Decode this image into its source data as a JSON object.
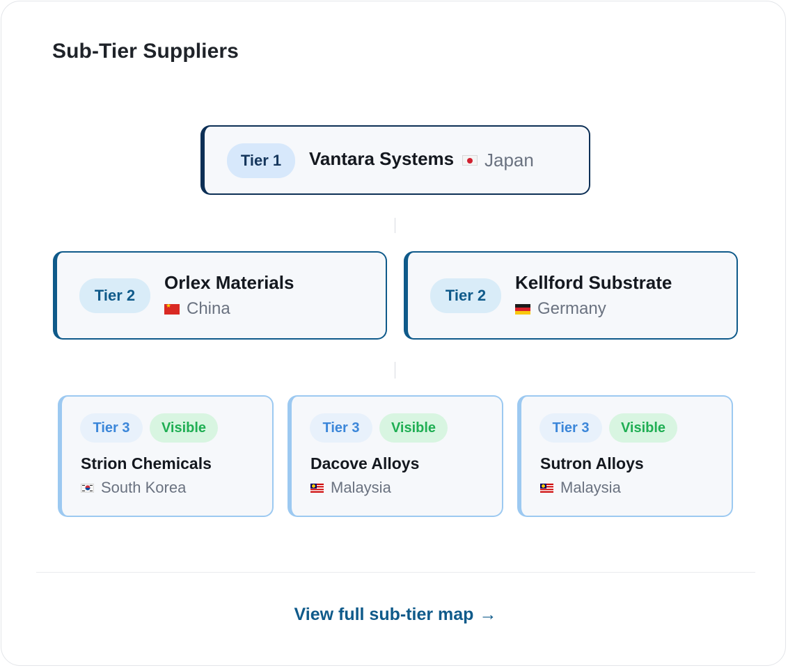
{
  "title": "Sub-Tier Suppliers",
  "tier1": {
    "tier_label": "Tier 1",
    "name": "Vantara Systems",
    "flag_icon": "japan-flag-icon",
    "country": "Japan"
  },
  "tier2": [
    {
      "tier_label": "Tier 2",
      "name": "Orlex Materials",
      "flag_icon": "china-flag-icon",
      "country": "China"
    },
    {
      "tier_label": "Tier 2",
      "name": "Kellford Substrate",
      "flag_icon": "germany-flag-icon",
      "country": "Germany"
    }
  ],
  "tier3": [
    {
      "tier_label": "Tier 3",
      "status": "Visible",
      "name": "Strion Chemicals",
      "flag_icon": "south-korea-flag-icon",
      "country": "South Korea"
    },
    {
      "tier_label": "Tier 3",
      "status": "Visible",
      "name": "Dacove Alloys",
      "flag_icon": "malaysia-flag-icon",
      "country": "Malaysia"
    },
    {
      "tier_label": "Tier 3",
      "status": "Visible",
      "name": "Sutron Alloys",
      "flag_icon": "malaysia-flag-icon",
      "country": "Malaysia"
    }
  ],
  "footer": {
    "link_label": "View full sub-tier map",
    "arrow": "→"
  },
  "colors": {
    "tier1_accent": "#0c2f55",
    "tier2_accent": "#0f5a8a",
    "tier3_accent": "#9cc9f1",
    "visible_green": "#1fae53",
    "link": "#0f5a8a"
  }
}
